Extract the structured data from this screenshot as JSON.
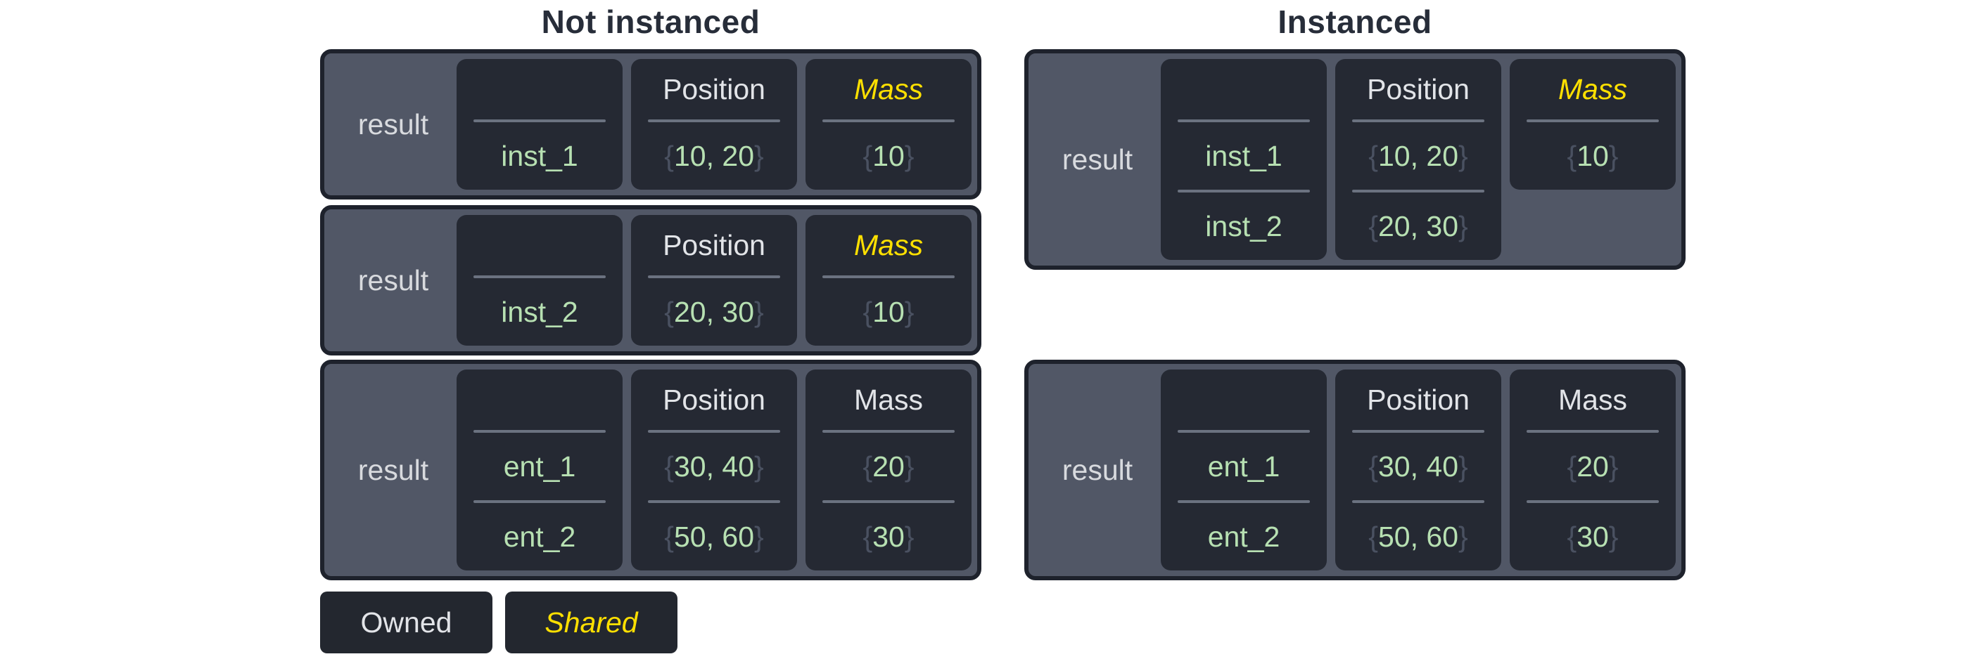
{
  "colors": {
    "page_bg": "#ffffff",
    "title_text": "#272d39",
    "table_bg": "#515766",
    "table_border": "#1e222c",
    "cell_bg": "#252933",
    "divider": "#6b7280",
    "owned_text": "#e2e4e8",
    "shared_text": "#ffe000",
    "value_text": "#b7e0b2",
    "brace_text": "#4a5161"
  },
  "legend": {
    "owned": "Owned",
    "shared": "Shared"
  },
  "sections": [
    {
      "id": "not-instanced",
      "title": "Not instanced",
      "tables": [
        {
          "label": "result",
          "columns": [
            {
              "header": "",
              "shared": false,
              "values": [
                "inst_1"
              ]
            },
            {
              "header": "Position",
              "shared": false,
              "values": [
                "{10, 20}"
              ]
            },
            {
              "header": "Mass",
              "shared": true,
              "values": [
                "{10}"
              ]
            }
          ]
        },
        {
          "label": "result",
          "columns": [
            {
              "header": "",
              "shared": false,
              "values": [
                "inst_2"
              ]
            },
            {
              "header": "Position",
              "shared": false,
              "values": [
                "{20, 30}"
              ]
            },
            {
              "header": "Mass",
              "shared": true,
              "values": [
                "{10}"
              ]
            }
          ]
        },
        {
          "label": "result",
          "columns": [
            {
              "header": "",
              "shared": false,
              "values": [
                "ent_1",
                "ent_2"
              ]
            },
            {
              "header": "Position",
              "shared": false,
              "values": [
                "{30, 40}",
                "{50, 60}"
              ]
            },
            {
              "header": "Mass",
              "shared": false,
              "values": [
                "{20}",
                "{30}"
              ]
            }
          ]
        }
      ]
    },
    {
      "id": "instanced",
      "title": "Instanced",
      "tables": [
        {
          "label": "result",
          "columns": [
            {
              "header": "",
              "shared": false,
              "values": [
                "inst_1",
                "inst_2"
              ]
            },
            {
              "header": "Position",
              "shared": false,
              "values": [
                "{10, 20}",
                "{20, 30}"
              ]
            },
            {
              "header": "Mass",
              "shared": true,
              "values": [
                "{10}"
              ]
            }
          ]
        },
        {
          "label": "result",
          "columns": [
            {
              "header": "",
              "shared": false,
              "values": [
                "ent_1",
                "ent_2"
              ]
            },
            {
              "header": "Position",
              "shared": false,
              "values": [
                "{30, 40}",
                "{50, 60}"
              ]
            },
            {
              "header": "Mass",
              "shared": false,
              "values": [
                "{20}",
                "{30}"
              ]
            }
          ]
        }
      ]
    }
  ]
}
